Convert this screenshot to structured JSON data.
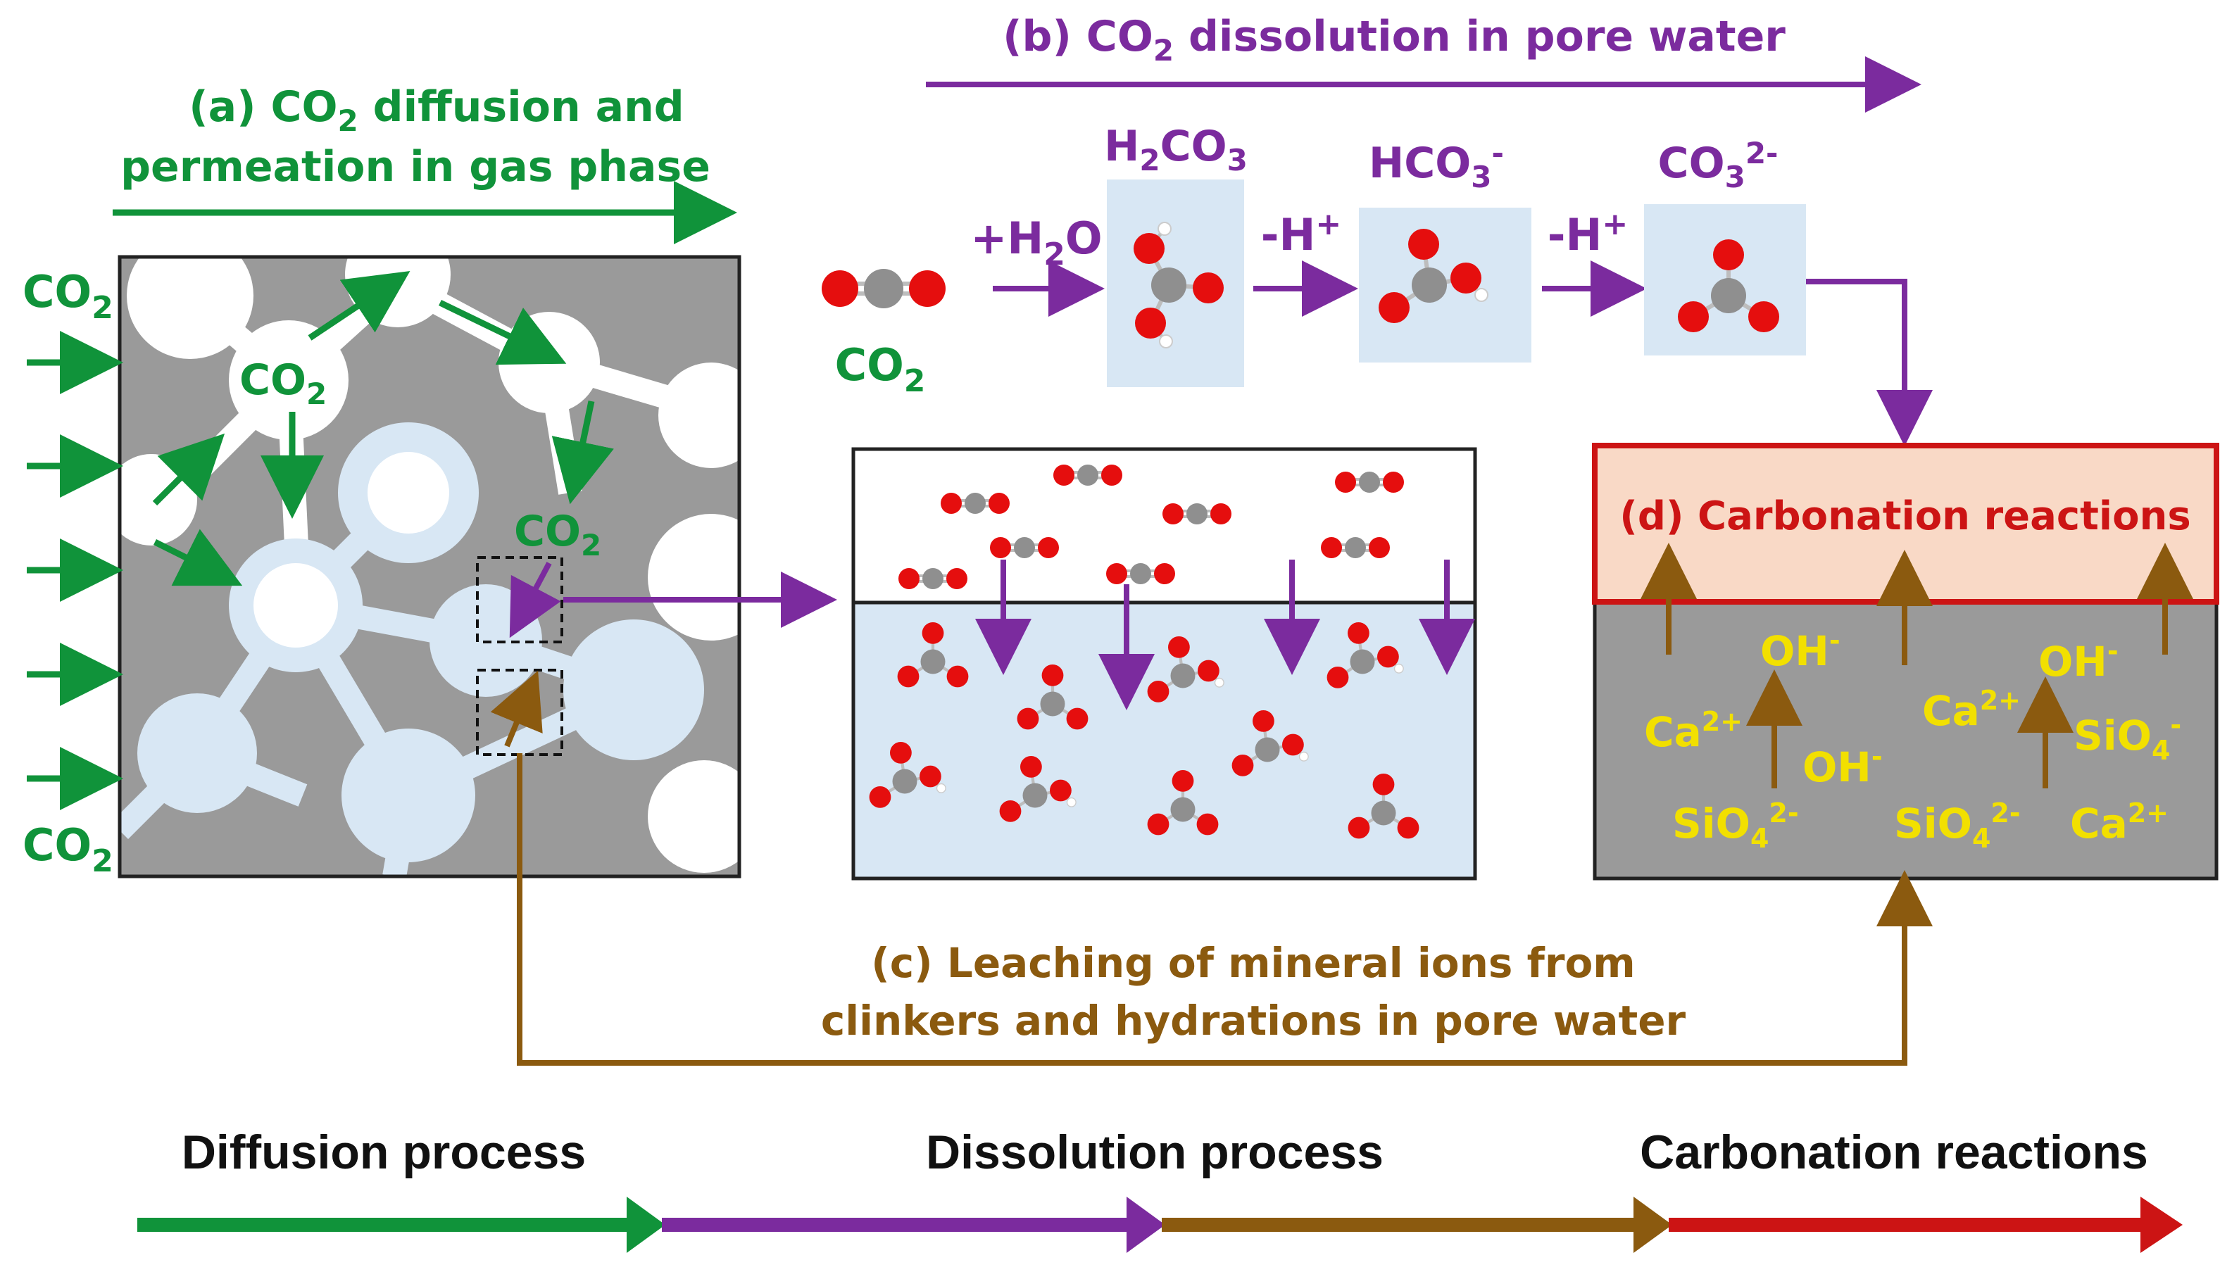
{
  "colors": {
    "green": "#10933a",
    "purple": "#7b2b9e",
    "brown": "#8b5a0f",
    "red": "#cc1414",
    "yellow": "#f2e000",
    "gray": "#9a9a9a",
    "water": "#d8e7f4",
    "peach": "#f9d9c6"
  },
  "section_a": {
    "label_line1_pre": "(a) CO",
    "label_line1_sub": "2",
    "label_line1_post": " diffusion and",
    "label_line2": "permeation in gas phase",
    "co2_main": "CO",
    "co2_sub": "2"
  },
  "section_b": {
    "label_pre": "(b) CO",
    "label_sub": "2",
    "label_post": " dissolution in pore water",
    "co2_main": "CO",
    "co2_sub": "2",
    "h2co3_h": "H",
    "h2co3_2": "2",
    "h2co3_co": "CO",
    "h2co3_3": "3",
    "hco3_main": "HCO",
    "hco3_sub": "3",
    "hco3_sup": "-",
    "co3_main": "CO",
    "co3_sub": "3",
    "co3_sup": "2-",
    "step1_pre": "+H",
    "step1_sub": "2",
    "step1_post": "O",
    "step2_main": "-H",
    "step2_sup": "+",
    "step3_main": "-H",
    "step3_sup": "+"
  },
  "section_c": {
    "label_line1": "(c) Leaching of mineral ions from",
    "label_line2": "clinkers and hydrations in pore water"
  },
  "section_d": {
    "label": "(d) Carbonation reactions",
    "ions": {
      "oh_main": "OH",
      "oh_sup": "-",
      "ca_main": "Ca",
      "ca_sup": "2+",
      "sio4_main": "SiO",
      "sio4_sub": "4",
      "sio4_sup": "2-",
      "sio4m_sup": "-"
    }
  },
  "process_bar": {
    "diffusion": "Diffusion process",
    "dissolution": "Dissolution process",
    "carbonation": "Carbonation reactions"
  }
}
